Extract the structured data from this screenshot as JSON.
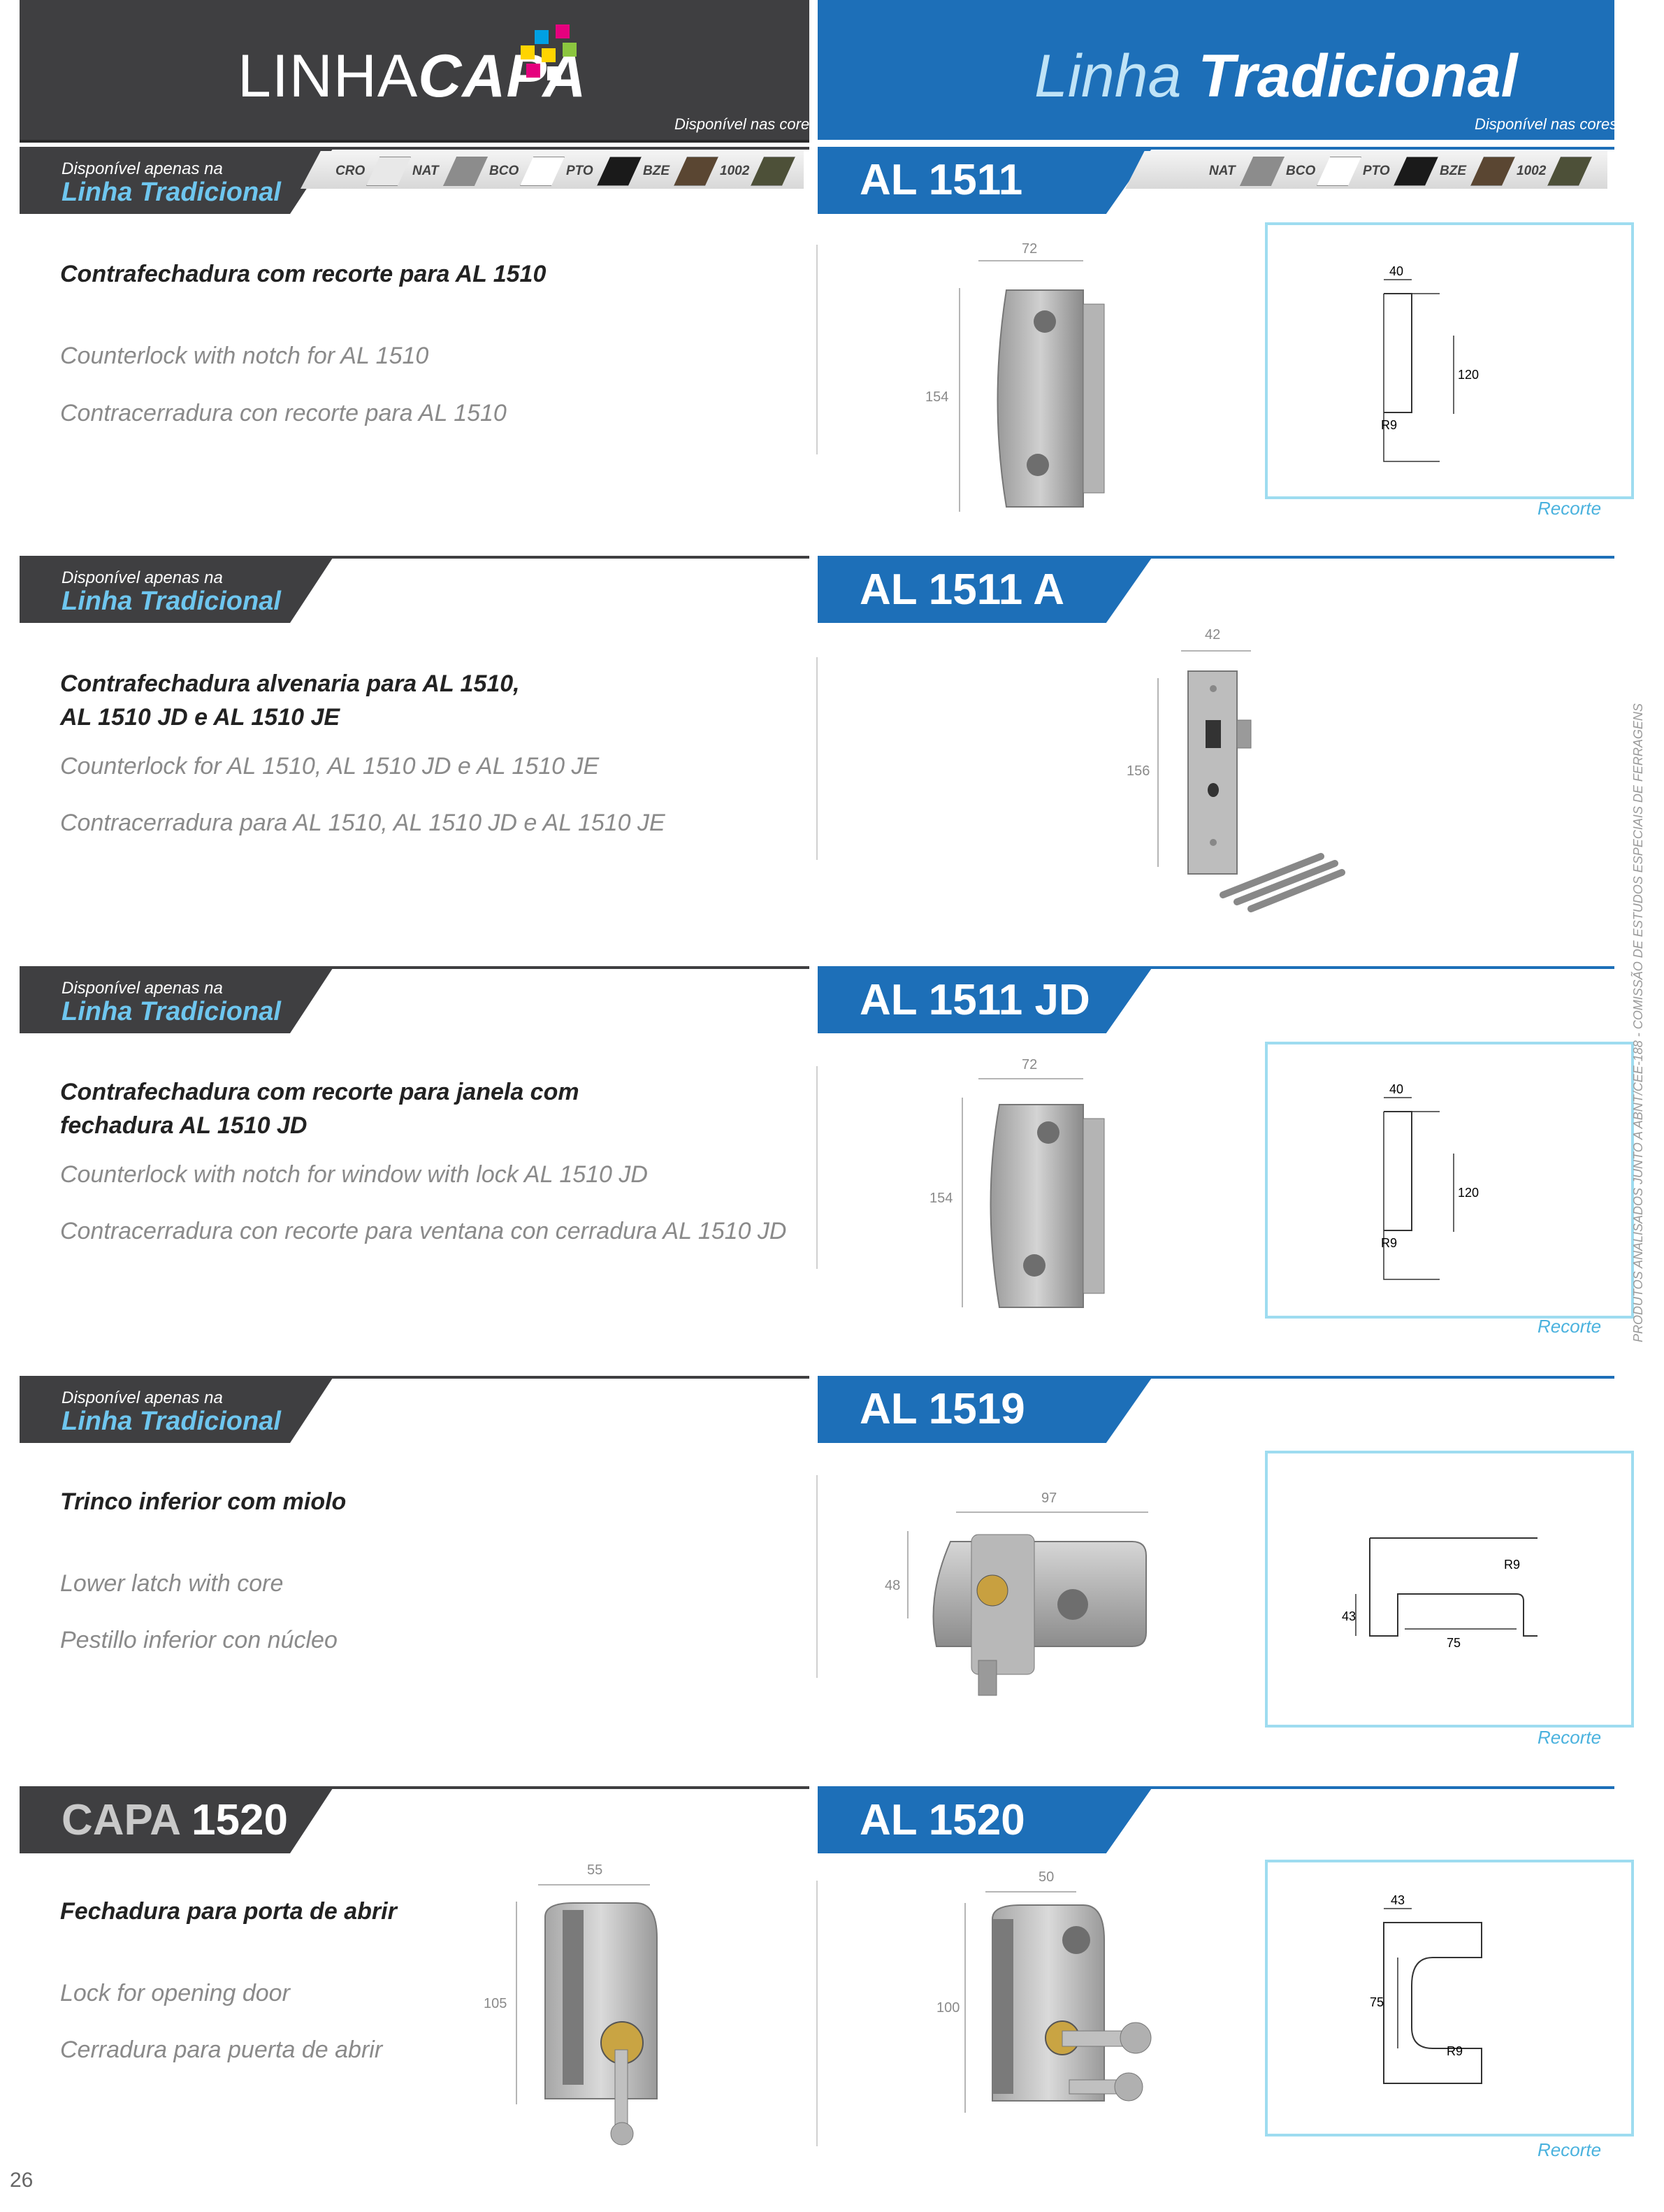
{
  "header": {
    "left_logo_light": "LINHA",
    "left_logo_bold": "CAPA",
    "left_available": "Disponível nas cores:",
    "right_title_light": "Linha",
    "right_title_bold": "Tradicional",
    "right_available": "Disponível nas cores:"
  },
  "colors_left": [
    {
      "label": "CRO",
      "color": "#e8e8e8"
    },
    {
      "label": "NAT",
      "color": "#8c8c8c"
    },
    {
      "label": "BCO",
      "color": "#ffffff"
    },
    {
      "label": "PTO",
      "color": "#1a1a1a"
    },
    {
      "label": "BZE",
      "color": "#5a4632"
    },
    {
      "label": "1002",
      "color": "#4d5038"
    }
  ],
  "colors_right": [
    {
      "label": "NAT",
      "color": "#8c8c8c"
    },
    {
      "label": "BCO",
      "color": "#ffffff"
    },
    {
      "label": "PTO",
      "color": "#1a1a1a"
    },
    {
      "label": "BZE",
      "color": "#5a4632"
    },
    {
      "label": "1002",
      "color": "#4d5038"
    }
  ],
  "only_small": "Disponível apenas na",
  "only_big": "Linha Tradicional",
  "recorte_label": "Recorte",
  "side_text": "PRODUTOS ANALISADOS JUNTO A ABNT/CEE-188 - COMISSÃO DE ESTUDOS ESPECIAIS DE FERRAGENS",
  "page_number": "26",
  "products": [
    {
      "code_prefix": "AL",
      "code": "1511",
      "title": "Contrafechadura com recorte para AL 1510",
      "title2": "",
      "en": "Counterlock with notch for AL 1510",
      "es": "Contracerradura con recorte para AL 1510",
      "dim_w": "72",
      "dim_h": "154",
      "cut": {
        "w": "40",
        "h": "120",
        "r": "R9"
      }
    },
    {
      "code_prefix": "AL",
      "code": "1511 A",
      "title": "Contrafechadura alvenaria para AL 1510,",
      "title2": "AL 1510 JD e AL 1510 JE",
      "en": "Counterlock for AL 1510, AL 1510 JD e AL 1510 JE",
      "es": "Contracerradura para AL 1510, AL 1510 JD e AL 1510 JE",
      "dim_w": "42",
      "dim_h": "156"
    },
    {
      "code_prefix": "AL",
      "code": "1511 JD",
      "title": "Contrafechadura com recorte para janela com",
      "title2": "fechadura AL 1510 JD",
      "en": "Counterlock with notch for window with lock AL 1510 JD",
      "es": "Contracerradura con recorte para ventana con cerradura AL 1510 JD",
      "dim_w": "72",
      "dim_h": "154",
      "cut": {
        "w": "40",
        "h": "120",
        "r": "R9"
      }
    },
    {
      "code_prefix": "AL",
      "code": "1519",
      "title": "Trinco inferior com miolo",
      "title2": "",
      "en": "Lower latch with core",
      "es": "Pestillo inferior con núcleo",
      "dim_w": "97",
      "dim_h": "48",
      "cut": {
        "r": "R9",
        "h": "43",
        "w": "75"
      }
    },
    {
      "capa_prefix": "CAPA",
      "capa_code": "1520",
      "code_prefix": "AL",
      "code": "1520",
      "title": "Fechadura para porta de abrir",
      "title2": "",
      "en": "Lock for opening door",
      "es": "Cerradura para puerta de abrir",
      "capa_dim_w": "55",
      "capa_dim_h": "105",
      "dim_w": "50",
      "dim_h": "100",
      "cut": {
        "w": "43",
        "h": "75",
        "r": "R9"
      }
    }
  ]
}
